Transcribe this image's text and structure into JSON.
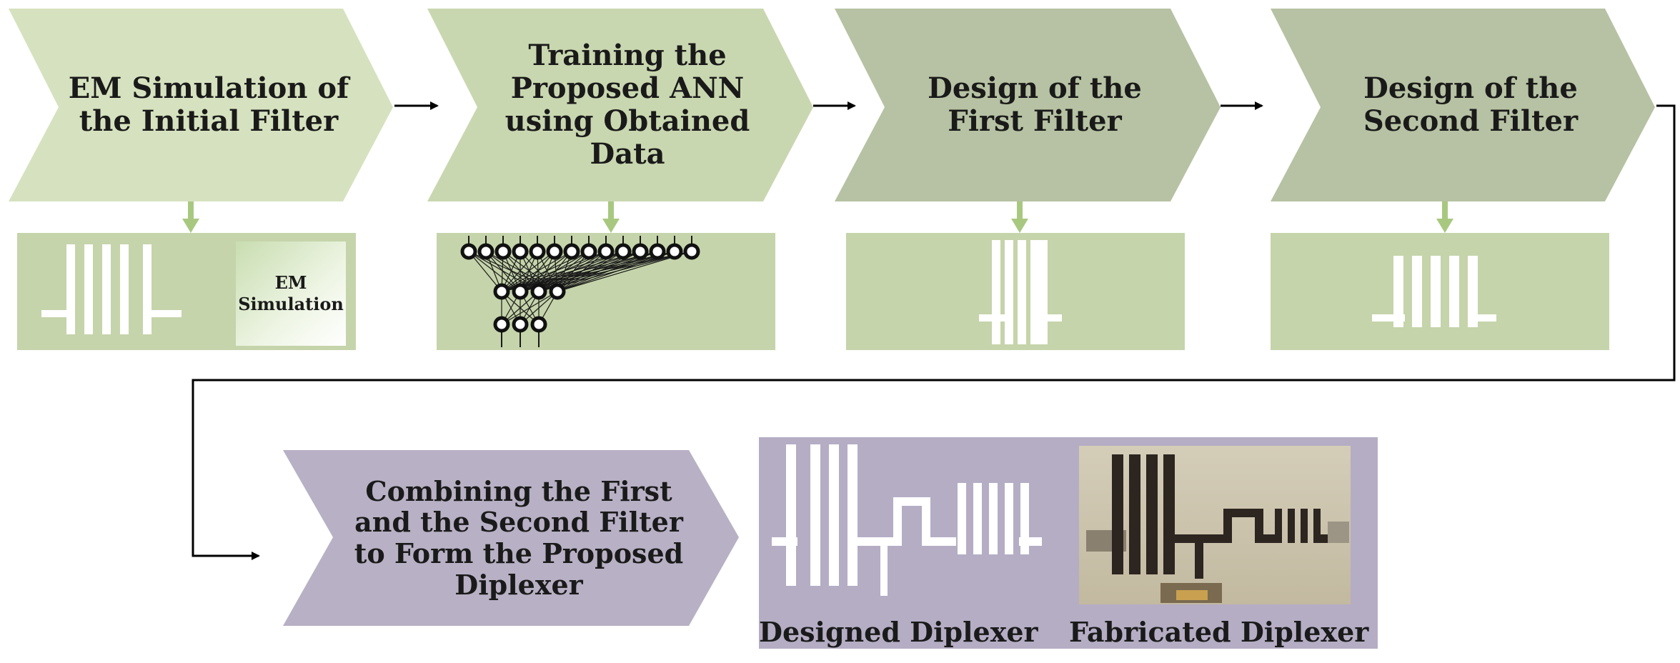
{
  "steps": [
    {
      "text": "EM Simulation of\nthe Initial Filter",
      "color": "#d6e2bf"
    },
    {
      "text": "Training the\nProposed ANN\nusing Obtained\nData",
      "color": "#c9d7b0"
    },
    {
      "text": "Design of the\nFirst Filter",
      "color": "#b6c2a3"
    },
    {
      "text": "Design of the\nSecond Filter",
      "color": "#b6c2a3"
    },
    {
      "text": "Combining the First\nand the Second Filter\nto Form the Proposed\nDiplexer",
      "color": "#b8b0c4"
    }
  ],
  "panels": {
    "colors": {
      "green": "#c5d4aa",
      "purple": "#b5adc4",
      "connector": "#a8c880",
      "arrow": "#000000"
    },
    "em_simulation_label": "EM\nSimulation",
    "designed_caption": "Designed Diplexer",
    "fabricated_caption": "Fabricated Diplexer"
  },
  "icons": [
    "filter-layout-icon",
    "neural-network-icon",
    "diplexer-layout-icon",
    "fabricated-diplexer-photo"
  ]
}
